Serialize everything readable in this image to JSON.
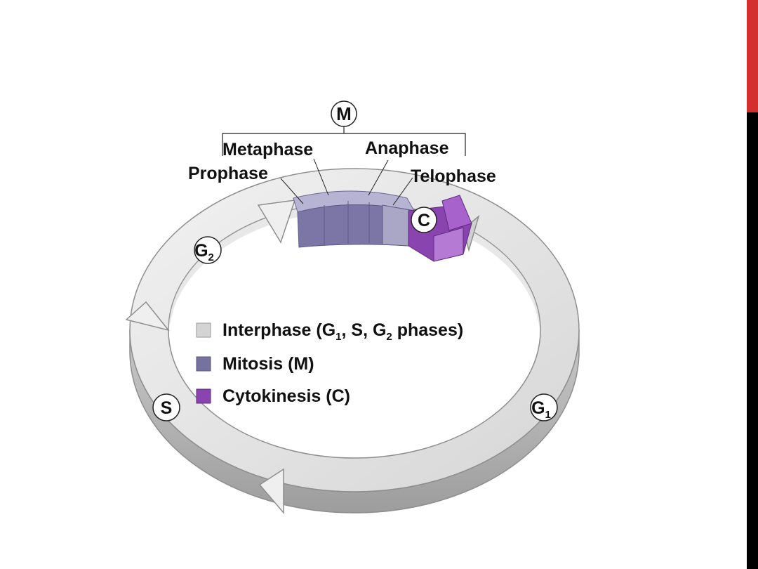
{
  "diagram": {
    "phase_mitosis": "M",
    "phase_cytokinesis": "C",
    "phase_g1": "G",
    "phase_g1_sub": "1",
    "phase_g2": "G",
    "phase_g2_sub": "2",
    "phase_s": "S",
    "mitosis_stages": {
      "prophase": "Prophase",
      "metaphase": "Metaphase",
      "anaphase": "Anaphase",
      "telophase": "Telophase"
    },
    "legend": [
      {
        "label": "Interphase (G",
        "sub1": "1",
        "mid": ", S, G",
        "sub2": "2",
        "end": " phases)",
        "color": "#d4d4d4"
      },
      {
        "label": "Mitosis (M)",
        "color": "#76729e"
      },
      {
        "label": "Cytokinesis (C)",
        "color": "#8a44b0"
      }
    ]
  },
  "colors": {
    "interphase": "#d8d8d8",
    "mitosis": "#7b76a6",
    "cytokinesis": "#8a44b0",
    "accent_red": "#d32f2f"
  }
}
